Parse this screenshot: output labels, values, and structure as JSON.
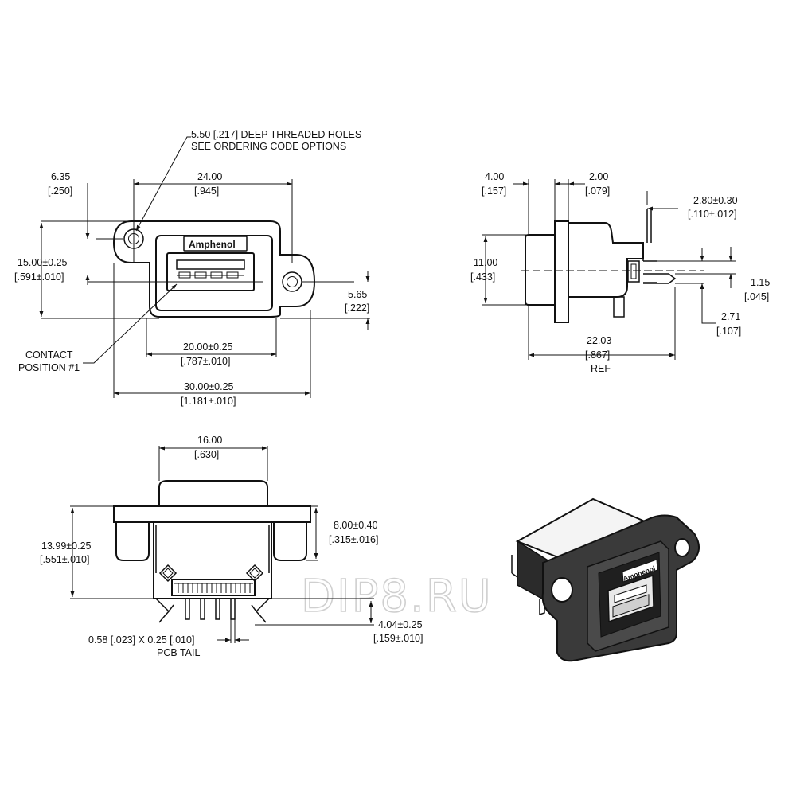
{
  "front_view": {
    "callout_holes": [
      "5.50 [.217] DEEP THREADED HOLES",
      "SEE ORDERING CODE OPTIONS"
    ],
    "dim_6_35": [
      "6.35",
      "[.250]"
    ],
    "dim_24_00": [
      "24.00",
      "[.945]"
    ],
    "dim_15_00": [
      "15.00±0.25",
      "[.591±.010]"
    ],
    "dim_5_65": [
      "5.65",
      "[.222]"
    ],
    "callout_contact": [
      "CONTACT",
      "POSITION #1"
    ],
    "dim_20_00": [
      "20.00±0.25",
      "[.787±.010]"
    ],
    "dim_30_00": [
      "30.00±0.25",
      "[1.181±.010]"
    ],
    "brand": "Amphenol"
  },
  "side_view": {
    "dim_4_00": [
      "4.00",
      "[.157]"
    ],
    "dim_2_00": [
      "2.00",
      "[.079]"
    ],
    "dim_2_80": [
      "2.80±0.30",
      "[.110±.012]"
    ],
    "dim_11_00": [
      "11.00",
      "[.433]"
    ],
    "dim_1_15": [
      "1.15",
      "[.045]"
    ],
    "dim_2_71": [
      "2.71",
      "[.107]"
    ],
    "dim_22_03": [
      "22.03",
      "[.867]",
      "REF"
    ]
  },
  "bottom_view": {
    "dim_16_00": [
      "16.00",
      "[.630]"
    ],
    "dim_13_99": [
      "13.99±0.25",
      "[.551±.010]"
    ],
    "dim_8_00": [
      "8.00±0.40",
      "[.315±.016]"
    ],
    "dim_4_04": [
      "4.04±0.25",
      "[.159±.010]"
    ],
    "pcb_tail": [
      "0.58 [.023] X 0.25 [.010]",
      "PCB TAIL"
    ]
  },
  "iso_view": {
    "brand": "Amphenol"
  },
  "watermark": "DIP8.RU"
}
